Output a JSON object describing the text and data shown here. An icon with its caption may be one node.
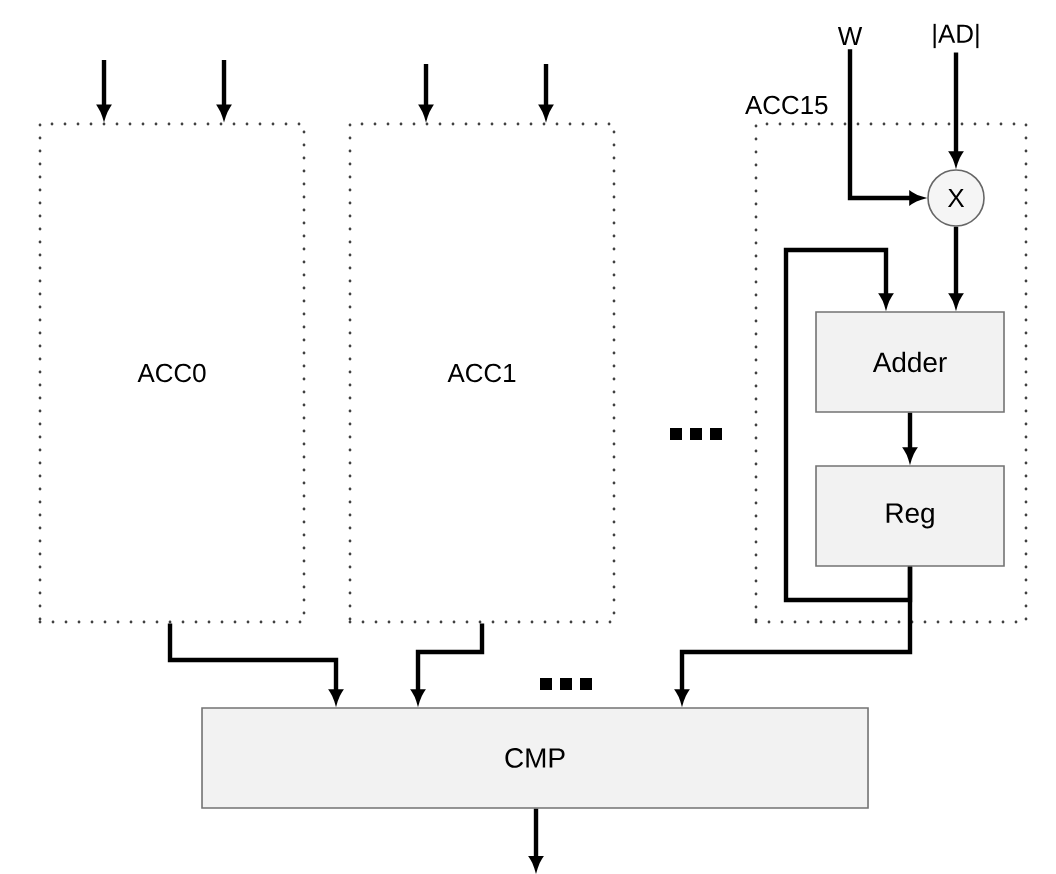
{
  "diagram": {
    "nodes": [
      {
        "text": [
          "ACC0"
        ]
      },
      {
        "text": [
          "ACC1"
        ]
      },
      {
        "text": [
          "ACC15"
        ]
      },
      {
        "text": [
          "W"
        ]
      },
      {
        "text": [
          "|AD|"
        ]
      },
      {
        "text": [
          "X"
        ],
        "in": 2
      },
      {
        "text": [
          "Adder"
        ],
        "in": 2
      },
      {
        "text": [
          "Reg"
        ],
        "in": 2
      },
      {
        "text": [
          "CMP"
        ]
      }
    ],
    "edges": [
      {
        "from": null,
        "to": 0,
        "arrow": "to"
      },
      {
        "from": null,
        "to": 0,
        "arrow": "to"
      },
      {
        "from": null,
        "to": 1,
        "arrow": "to"
      },
      {
        "from": null,
        "to": 1,
        "arrow": "to"
      },
      {
        "from": 3,
        "to": 5,
        "arrow": "to"
      },
      {
        "from": 4,
        "to": 5,
        "arrow": "to"
      },
      {
        "from": 5,
        "to": 6,
        "arrow": "to"
      },
      {
        "from": 6,
        "to": 7,
        "arrow": "to"
      },
      {
        "from": 7,
        "to": 6,
        "arrow": "to"
      },
      {
        "from": 7,
        "to": 8,
        "arrow": "to"
      },
      {
        "from": 0,
        "to": 8,
        "arrow": "to"
      },
      {
        "from": 1,
        "to": 8,
        "arrow": "to"
      },
      {
        "from": 8,
        "to": null,
        "arrow": "to"
      }
    ]
  }
}
